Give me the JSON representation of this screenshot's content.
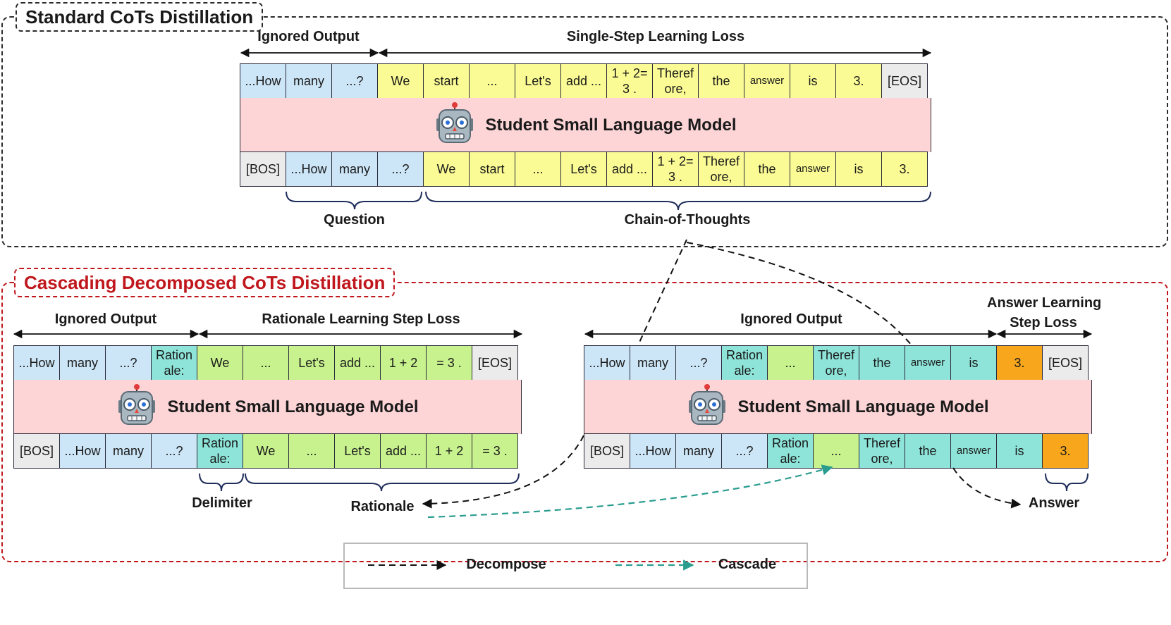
{
  "standard": {
    "title": "Standard CoTs Distillation",
    "ignored_label": "Ignored Output",
    "loss_label": "Single-Step Learning Loss",
    "model_label": "Student Small Language Model",
    "question_label": "Question",
    "cot_label": "Chain-of-Thoughts",
    "top_tokens": [
      "...How",
      "many",
      "...?",
      "We",
      "start",
      "...",
      "Let's",
      "add ...",
      "1 + 2=\n3 .",
      "Theref\nore,",
      "the",
      "answer",
      "is",
      "3.",
      "[EOS]"
    ],
    "bottom_tokens": [
      "[BOS]",
      "...How",
      "many",
      "...?",
      "We",
      "start",
      "...",
      "Let's",
      "add ...",
      "1 + 2=\n3 .",
      "Theref\nore,",
      "the",
      "answer",
      "is",
      "3."
    ]
  },
  "cascade": {
    "title": "Cascading Decomposed CoTs Distillation",
    "left": {
      "ignored_label": "Ignored Output",
      "loss_label": "Rationale Learning Step Loss",
      "model_label": "Student Small Language Model",
      "top_tokens": [
        "...How",
        "many",
        "...?",
        "Ration\nale:",
        "We",
        "...",
        "Let's",
        "add ...",
        "1 + 2",
        "= 3 .",
        "[EOS]"
      ],
      "bottom_tokens": [
        "[BOS]",
        "...How",
        "many",
        "...?",
        "Ration\nale:",
        "We",
        "...",
        "Let's",
        "add ...",
        "1 + 2",
        "= 3 ."
      ]
    },
    "right": {
      "ignored_label": "Ignored Output",
      "loss_label_line1": "Answer Learning",
      "loss_label_line2": "Step Loss",
      "model_label": "Student Small Language Model",
      "top_tokens": [
        "...How",
        "many",
        "...?",
        "Ration\nale:",
        "...",
        "Theref\nore,",
        "the",
        "answer",
        "is",
        "3.",
        "[EOS]"
      ],
      "bottom_tokens": [
        "[BOS]",
        "...How",
        "many",
        "...?",
        "Ration\nale:",
        "...",
        "Theref\nore,",
        "the",
        "answer",
        "is",
        "3."
      ]
    },
    "delimiter_label": "Delimiter",
    "rationale_label": "Rationale",
    "answer_label": "Answer"
  },
  "legend": {
    "decompose_label": "Decompose",
    "cascade_label": "Cascade"
  },
  "colors": {
    "gray": "#ebebeb",
    "blue": "#cce6f7",
    "yellow": "#fbfb95",
    "green": "#c8f28e",
    "teal": "#8ee4d9",
    "orange": "#f8a71c",
    "model_pink": "#fdd5d7",
    "cascade_red": "#c0171d",
    "cascade_arrow": "#2a9d8f"
  }
}
